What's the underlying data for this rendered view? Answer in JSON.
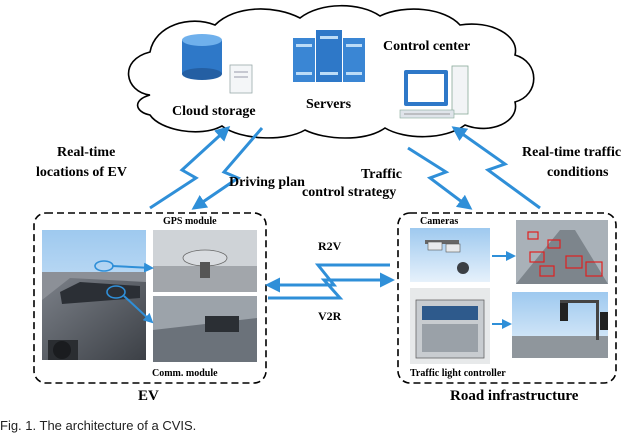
{
  "cloud": {
    "storage_label": "Cloud storage",
    "servers_label": "Servers",
    "control_center_label": "Control center"
  },
  "flows": {
    "realtime_locations_line1": "Real-time",
    "realtime_locations_line2": "locations of EV",
    "driving_plan": "Driving plan",
    "traffic_strategy_line1": "Traffic",
    "traffic_strategy_line2": "control strategy",
    "realtime_conditions_line1": "Real-time traffic",
    "realtime_conditions_line2": "conditions"
  },
  "ev": {
    "title": "EV",
    "gps_module": "GPS module",
    "comm_module": "Comm. module"
  },
  "link": {
    "r2v": "R2V",
    "v2r": "V2R"
  },
  "road": {
    "title": "Road infrastructure",
    "cameras": "Cameras",
    "traffic_light_controller": "Traffic light controller"
  },
  "caption": "Fig. 1. The architecture of a CVIS."
}
